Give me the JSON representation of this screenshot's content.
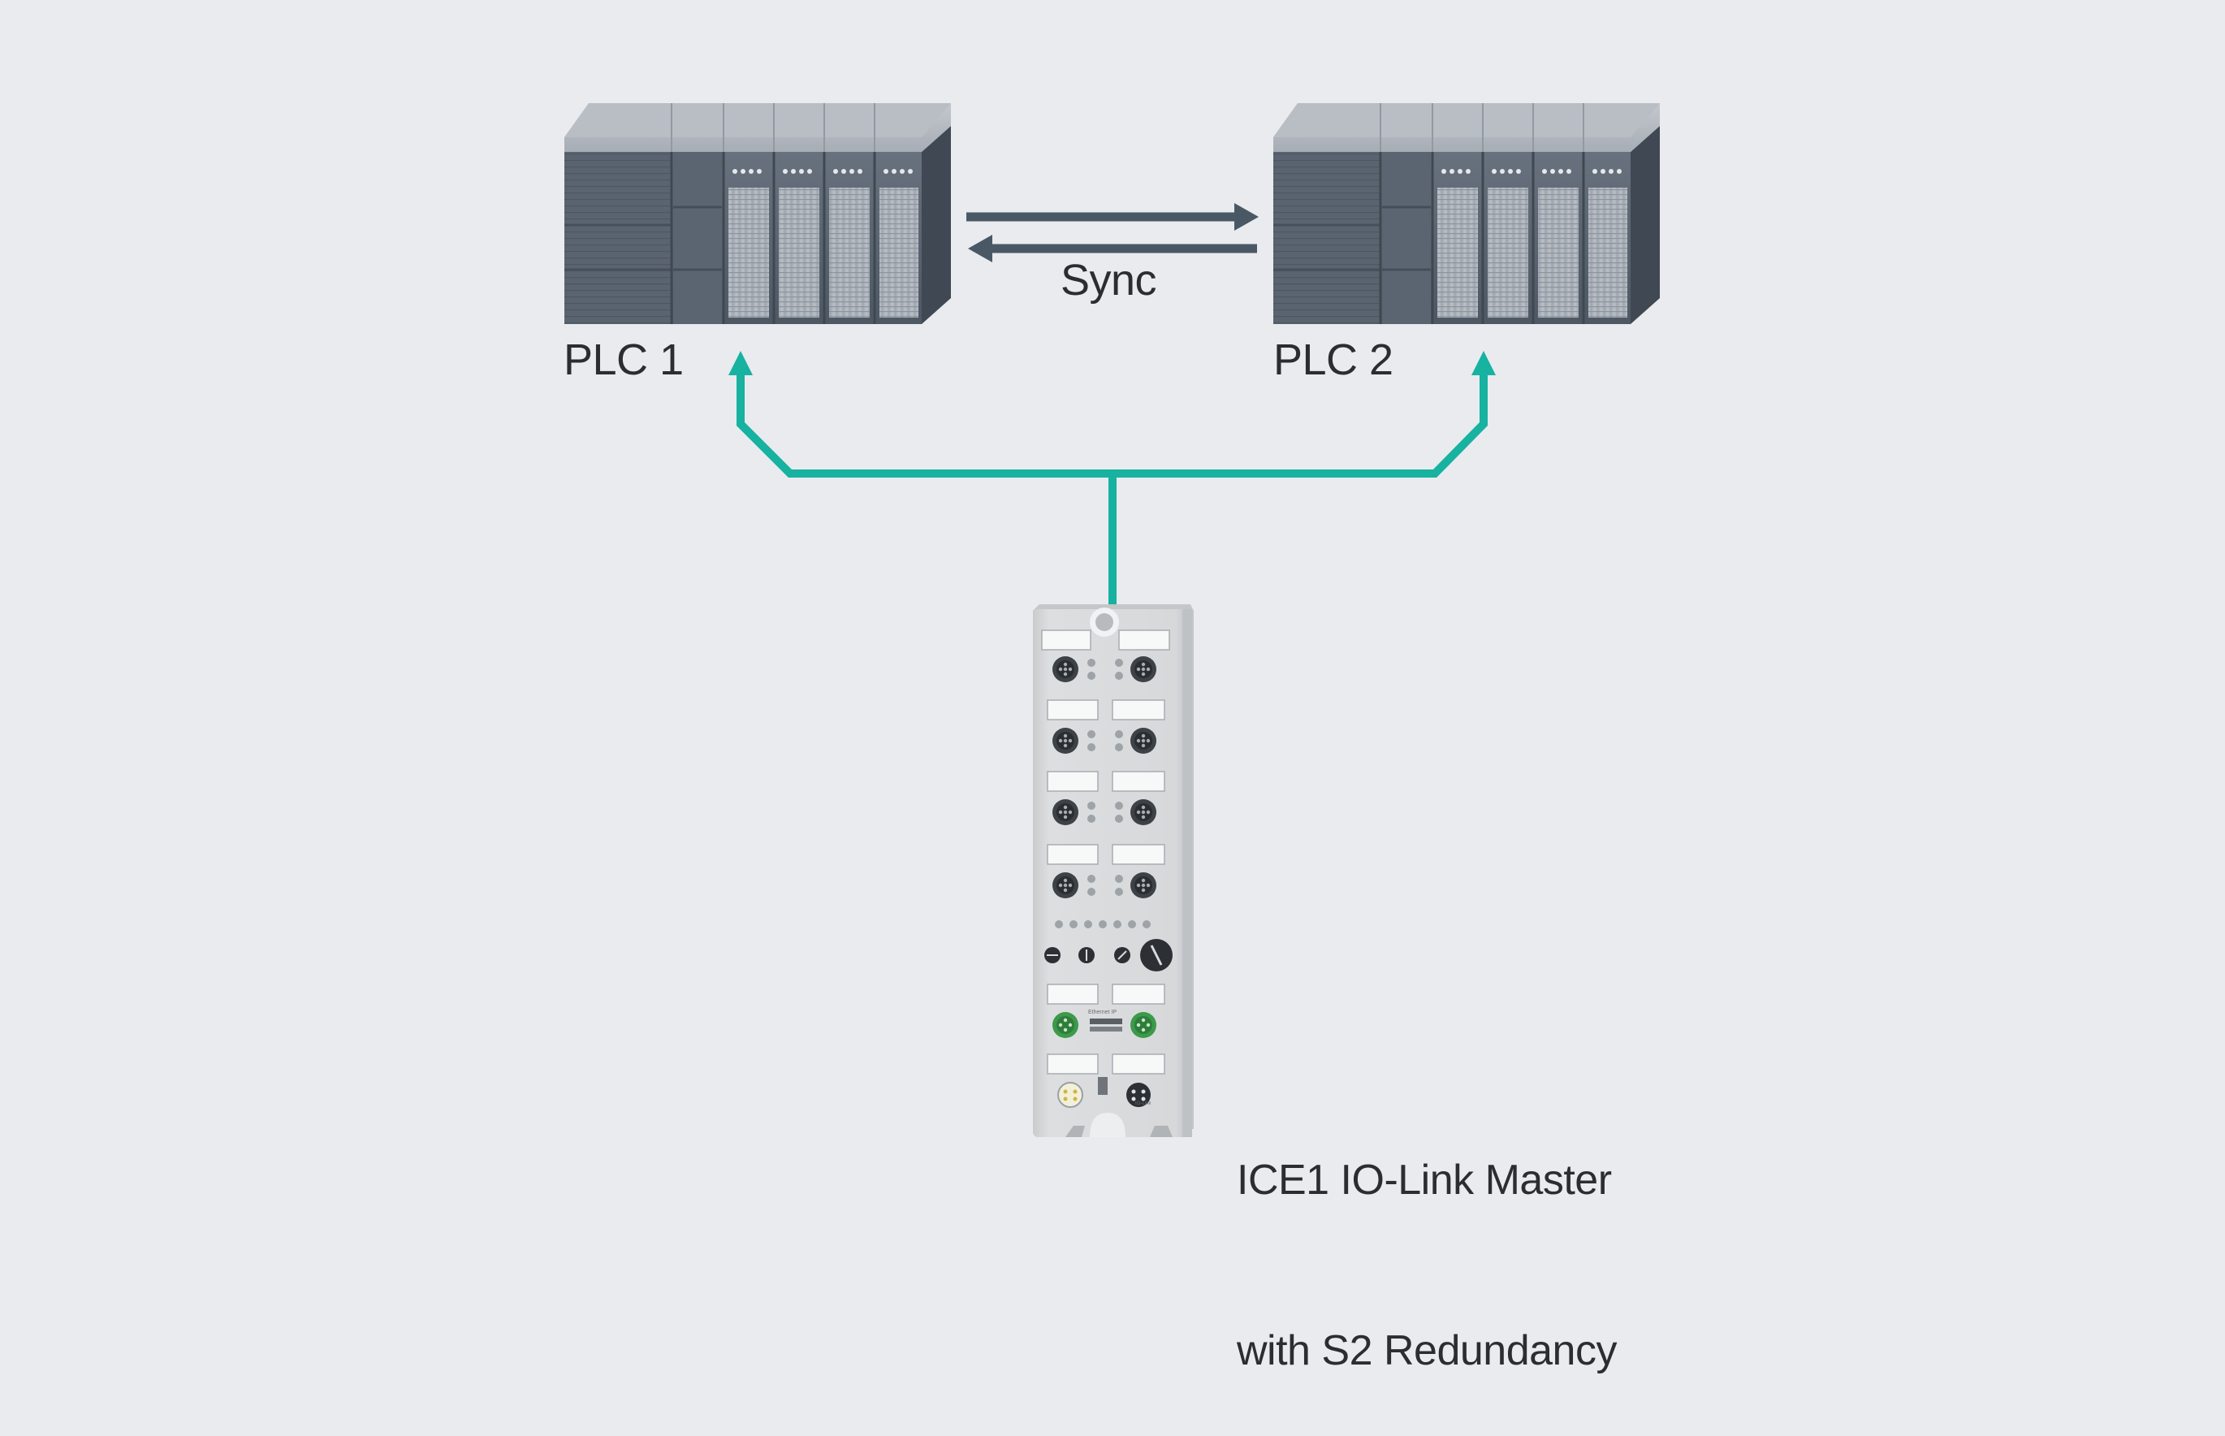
{
  "plc1": {
    "label": "PLC 1"
  },
  "plc2": {
    "label": "PLC 2"
  },
  "sync": {
    "label": "Sync"
  },
  "device": {
    "line1": "ICE1 IO-Link Master",
    "line2": "with S2 Redundancy",
    "small_text_top": "Ethernet IP",
    "small_text_bottom": "IO-Link"
  },
  "colors": {
    "background": "#e9ebee",
    "network_line": "#17b2a0",
    "sync_arrow": "#4a5866",
    "plc_body": "#55606d",
    "plc_top": "#b4b9c0",
    "module_face": "#aeb4bc",
    "device_body": "#d4d6d8",
    "ethernet_port": "#3c9a4a"
  }
}
